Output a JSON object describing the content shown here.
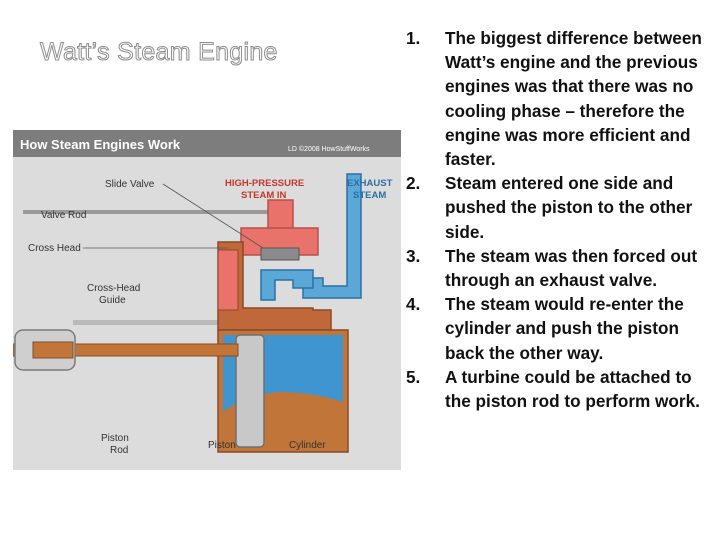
{
  "slide": {
    "title": "Watt’s Steam Engine",
    "items": [
      {
        "number": "1.",
        "text": "The biggest difference between Watt’s engine and the previous engines was that there was no cooling phase – therefore the engine was more efficient and faster."
      },
      {
        "number": "2.",
        "text": "Steam entered one side and pushed the piston to the other side."
      },
      {
        "number": "3.",
        "text": "The steam was then forced out through an exhaust valve."
      },
      {
        "number": "4.",
        "text": "The steam would re-enter the cylinder and push the piston back the other way."
      },
      {
        "number": "5.",
        "text": "A turbine could be attached to the piston rod to perform work."
      }
    ]
  },
  "figure": {
    "header": "How Steam Engines Work",
    "credit": "LD ©2008 HowStuffWorks",
    "labels": {
      "slide_valve": "Slide Valve",
      "valve_rod": "Valve Rod",
      "cross_head": "Cross Head",
      "cross_head_guide_1": "Cross-Head",
      "cross_head_guide_2": "Guide",
      "high_pressure_1": "HIGH-PRESSURE",
      "high_pressure_2": "STEAM IN",
      "exhaust_1": "EXHAUST",
      "exhaust_2": "STEAM",
      "piston_rod_1": "Piston",
      "piston_rod_2": "Rod",
      "piston": "Piston",
      "cylinder": "Cylinder"
    },
    "colors": {
      "header_bg": "#7d7d7d",
      "panel_bg": "#dcdcdc",
      "steam_red": "#e9726a",
      "exhaust_blue": "#5aa8d8",
      "cylinder_blue": "#3f95cf",
      "casing_brown": "#b5652f",
      "fluid_brown": "#c27538",
      "high_pressure_label": "#c0392b",
      "exhaust_label": "#2c6fa3"
    }
  }
}
